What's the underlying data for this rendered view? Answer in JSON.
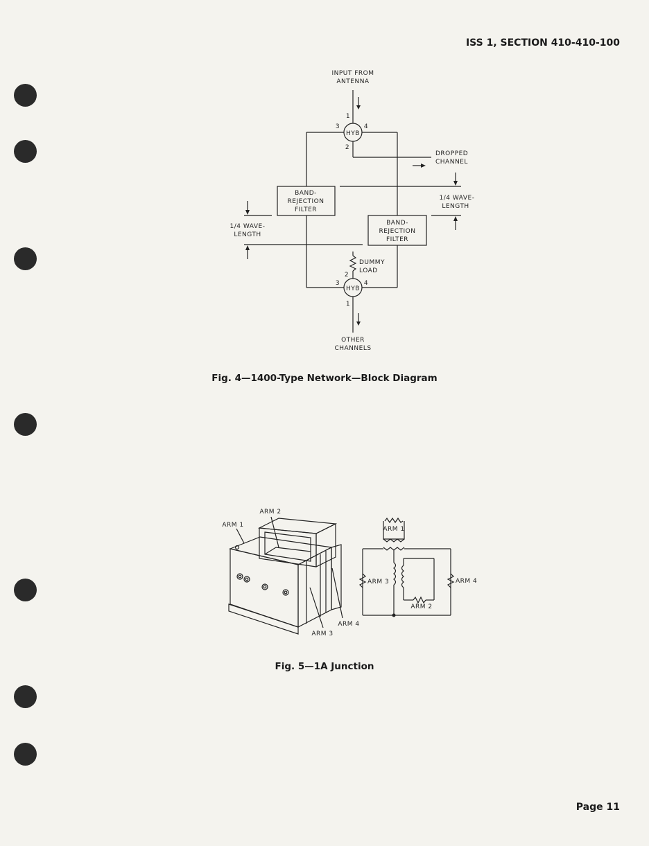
{
  "header": {
    "text": "ISS 1, SECTION 410-410-100"
  },
  "footer": {
    "page": "Page 11"
  },
  "fig4": {
    "caption": "Fig. 4—1400-Type Network—Block Diagram",
    "input_line1": "INPUT FROM",
    "input_line2": "ANTENNA",
    "hyb_top": "HYB",
    "hyb_bottom": "HYB",
    "port1": "1",
    "port2": "2",
    "port3": "3",
    "port4": "4",
    "dropped_line1": "DROPPED",
    "dropped_line2": "CHANNEL",
    "filter_left": [
      "BAND-",
      "REJECTION",
      "FILTER"
    ],
    "filter_right": [
      "BAND-",
      "REJECTION",
      "FILTER"
    ],
    "quarter_left": [
      "1/4 WAVE-",
      "LENGTH"
    ],
    "quarter_right": [
      "1/4 WAVE-",
      "LENGTH"
    ],
    "dummy_line1": "DUMMY",
    "dummy_line2": "LOAD",
    "other_line1": "OTHER",
    "other_line2": "CHANNELS"
  },
  "fig5": {
    "caption": "Fig. 5—1A Junction",
    "arm1": "ARM 1",
    "arm2": "ARM 2",
    "arm3": "ARM 3",
    "arm4": "ARM 4"
  }
}
